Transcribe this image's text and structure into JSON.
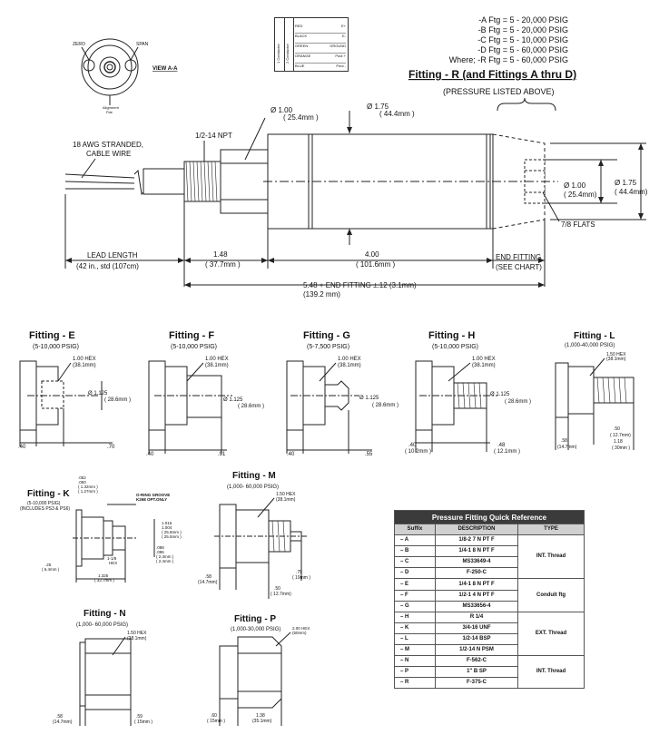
{
  "top_view": {
    "zero_label": "ZERO",
    "span_label": "SPAN",
    "view_label": "VIEW A-A",
    "alignment_label": "Alignment\nFlat"
  },
  "wire_legend": {
    "side_label_1": "1 Conductor",
    "side_label_2": "2 Conductor",
    "rows": [
      {
        "color": "RED",
        "func": "E+"
      },
      {
        "color": "BLACK",
        "func": "E-"
      },
      {
        "color": "GREEN",
        "func": "GROUND"
      },
      {
        "color": "ORANGE",
        "func": "Pout +"
      },
      {
        "color": "BLUE",
        "func": "Pout -"
      }
    ]
  },
  "ranges": {
    "lines": [
      "-A Ftg = 5 - 20,000 PSIG",
      "-B Ftg = 5 - 20,000 PSIG",
      "-C Ftg = 5 - 10,000 PSIG",
      "-D Ftg = 5 - 60,000 PSIG",
      "Where; -R Ftg = 5 - 60,000 PSIG"
    ],
    "fitting_r_title": "Fitting - R   (and Fittings A thru D)",
    "pressure_note": "(PRESSURE LISTED ABOVE)"
  },
  "main": {
    "dia_100": "Ø  1.00",
    "dia_100_mm": "( 25.4mm )",
    "dia_175": "Ø  1.75",
    "dia_175_mm": "( 44.4mm )",
    "npt": "1/2-14 NPT",
    "awg_1": "18 AWG STRANDED,",
    "awg_2": "CABLE WIRE",
    "lead_1": "LEAD LENGTH",
    "lead_2": "(42 in., std (107cm)",
    "dim_148": "1.48",
    "dim_148_mm": "( 37.7mm )",
    "dim_400": "4.00",
    "dim_400_mm": "( 101.6mm )",
    "end_fit_1": "END FITTING",
    "end_fit_2": "(SEE CHART)",
    "total_1": "5.48 + END FITTING ±.12 (3.1mm)",
    "total_2": "(139.2 mm)",
    "r_dia_100": "Ø  1.00",
    "r_dia_100_mm": "( 25.4mm)",
    "r_dia_175": "Ø  1.75",
    "r_dia_175_mm": "( 44.4mm)",
    "flats": "7/8 FLATS"
  },
  "fittings": {
    "E": {
      "title": "Fitting - E",
      "range": "(5-10,000 PSIG)",
      "hex": "1.00 HEX",
      "hex_mm": "(38.1mm)",
      "dia": "Ø  1.125",
      "dia_mm": "( 28.6mm )",
      "d1": ".40",
      "d2": ".70"
    },
    "F": {
      "title": "Fitting - F",
      "range": "(5-10,000 PSIG)",
      "hex": "1.00 HEX",
      "hex_mm": "(38.1mm)",
      "dia": "Ø  1.125",
      "dia_mm": "( 28.6mm )",
      "d1": ".40",
      "d2": ".91"
    },
    "G": {
      "title": "Fitting - G",
      "range": "(5-7,500 PSIG)",
      "hex": "1.00 HEX",
      "hex_mm": "(38.1mm)",
      "dia": "Ø  1.125",
      "dia_mm": "( 28.6mm )",
      "d1": ".40",
      "d2": ".55"
    },
    "H": {
      "title": "Fitting - H",
      "range": "(5-10,000 PSIG)",
      "hex": "1.00 HEX",
      "hex_mm": "(38.1mm)",
      "dia": "Ø  1.125",
      "dia_mm": "( 28.6mm )",
      "d1": ".40",
      "d1_mm": "( 10.2mm )",
      "d2": ".48",
      "d2_mm": "( 12.1mm )"
    },
    "L": {
      "title": "Fitting - L",
      "range": "(1,000-40,000 PSIG)",
      "hex": "1.50 HEX",
      "hex_mm": "(38.1mm)",
      "d1": ".58",
      "d1_mm": "(14.7mm)",
      "d2": ".50",
      "d2_mm": "( 12.7mm)",
      "d3": "1.18",
      "d3_mm": "( 30mm )"
    },
    "K": {
      "title": "Fitting - K",
      "range": "(5-10,000 PSIG)",
      "range2": "(INCLUDES PS3 & PS6)",
      "oring": "O-RING GROOVE",
      "oring2": "K268 OPT.ONLY",
      "d1": ".052",
      "d1b": ".050",
      "d1_mm": "( 1.32mm )",
      "d1b_mm": "( 1.27mm )",
      "d2": "1.016",
      "d2b": "1.004",
      "d2_mm": "( 25.8mm )",
      "d2b_mm": "( 25.5mm )",
      "d3": ".088",
      "d3b": ".096",
      "d3_mm": "( 2.3mm )",
      "d3b_mm": "( 2.4mm )",
      "hex": "1-1/8",
      "hex2": "HEX",
      "d4": ".25",
      "d4_mm": "( 6.4mm )",
      "d5": "1.325",
      "d5_mm": "( 33.7mm )"
    },
    "M": {
      "title": "Fitting - M",
      "range": "(1,000- 60,000 PSIG)",
      "hex": "1.50 HEX",
      "hex_mm": "(38.1mm)",
      "d1": ".58",
      "d1_mm": "(14.7mm)",
      "d2": ".75",
      "d2_mm": "( 19mm )",
      "d3": ".50",
      "d3_mm": "( 12.7mm)"
    },
    "N": {
      "title": "Fitting - N",
      "range": "(1,000- 60,000 PSIG)",
      "hex": "1.50 HEX",
      "hex_mm": "(38.1mm)",
      "d1": ".58",
      "d1_mm": "(14.7mm)",
      "d2": ".59",
      "d2_mm": "( 15mm )"
    },
    "P": {
      "title": "Fitting - P",
      "range": "(1,000-30,000 PSIG)",
      "hex": "2.00 HEX",
      "hex_mm": "(50mm)",
      "d1": ".60",
      "d1_mm": "( 15mm )",
      "d2": "1.38",
      "d2_mm": "(35.1mm)"
    }
  },
  "quick_ref": {
    "title": "Pressure Fitting Quick Reference",
    "headers": [
      "Suffix",
      "DESCRIPTION",
      "TYPE"
    ],
    "rows": [
      {
        "suffix": "– A",
        "desc": "1/8-2 7 N PT F"
      },
      {
        "suffix": "– B",
        "desc": "1/4-1 8 N PT F"
      },
      {
        "suffix": "– C",
        "desc": "MS33649-4"
      },
      {
        "suffix": "– D",
        "desc": "F-250-C"
      },
      {
        "suffix": "– E",
        "desc": "1/4-1 8 N PT F"
      },
      {
        "suffix": "– F",
        "desc": "1/2-1 4 N PT F"
      },
      {
        "suffix": "– G",
        "desc": "MS33656-4"
      },
      {
        "suffix": "– H",
        "desc": "R 1/4"
      },
      {
        "suffix": "– K",
        "desc": "3/4-16 UNF"
      },
      {
        "suffix": "– L",
        "desc": "1/2-14 BSP"
      },
      {
        "suffix": "– M",
        "desc": "1/2-14 N PSM"
      },
      {
        "suffix": "– N",
        "desc": "F-562-C"
      },
      {
        "suffix": "– P",
        "desc": "1\" B SP"
      },
      {
        "suffix": "– R",
        "desc": "F-375-C"
      }
    ],
    "types": [
      "INT. Thread",
      "Conduit ftg",
      "EXT. Thread",
      "INT. Thread"
    ]
  }
}
